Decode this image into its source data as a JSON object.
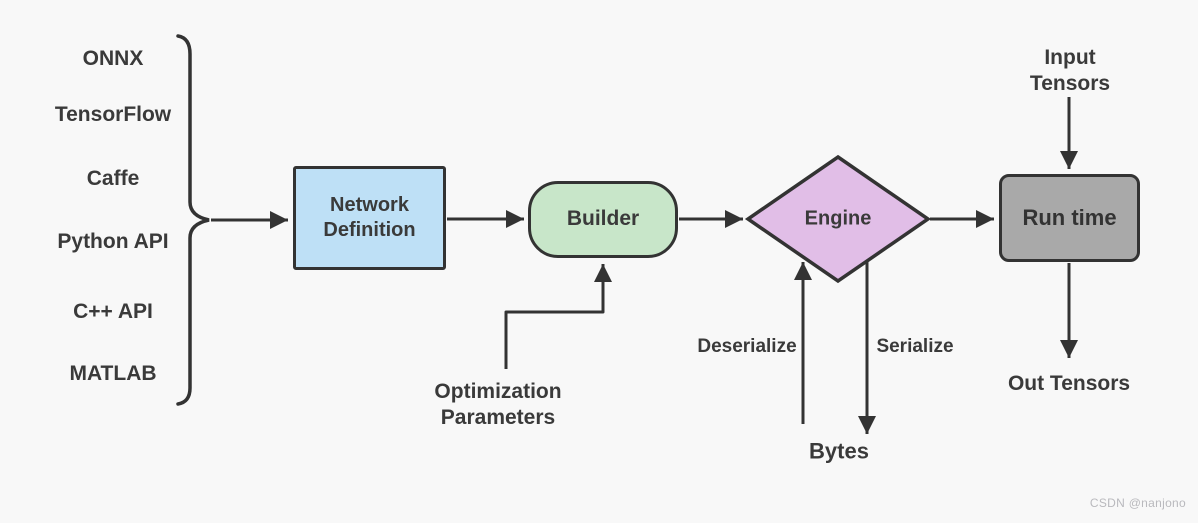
{
  "diagram": {
    "title_hint": "TensorRT workflow diagram",
    "sources": [
      {
        "label": "ONNX"
      },
      {
        "label": "TensorFlow"
      },
      {
        "label": "Caffe"
      },
      {
        "label": "Python API"
      },
      {
        "label": "C++ API"
      },
      {
        "label": "MATLAB"
      }
    ],
    "nodes": {
      "network_definition": {
        "label": "Network\nDefinition",
        "fill": "#bee0f6",
        "shape": "rectangle"
      },
      "builder": {
        "label": "Builder",
        "fill": "#c8e6c9",
        "shape": "rounded-rectangle"
      },
      "engine": {
        "label": "Engine",
        "fill": "#e1bee7",
        "shape": "diamond"
      },
      "runtime": {
        "label": "Run time",
        "fill": "#a9a9a9",
        "shape": "rounded-rectangle"
      }
    },
    "labels": {
      "input_tensors": "Input Tensors",
      "out_tensors": "Out Tensors",
      "optimization_parameters": "Optimization\nParameters",
      "deserialize": "Deserialize",
      "serialize": "Serialize",
      "bytes": "Bytes"
    },
    "colors": {
      "background": "#f8f8f8",
      "stroke": "#333333",
      "text": "#3a3a3a",
      "watermark": "#b9b9bd"
    }
  },
  "watermark": "CSDN @nanjono"
}
